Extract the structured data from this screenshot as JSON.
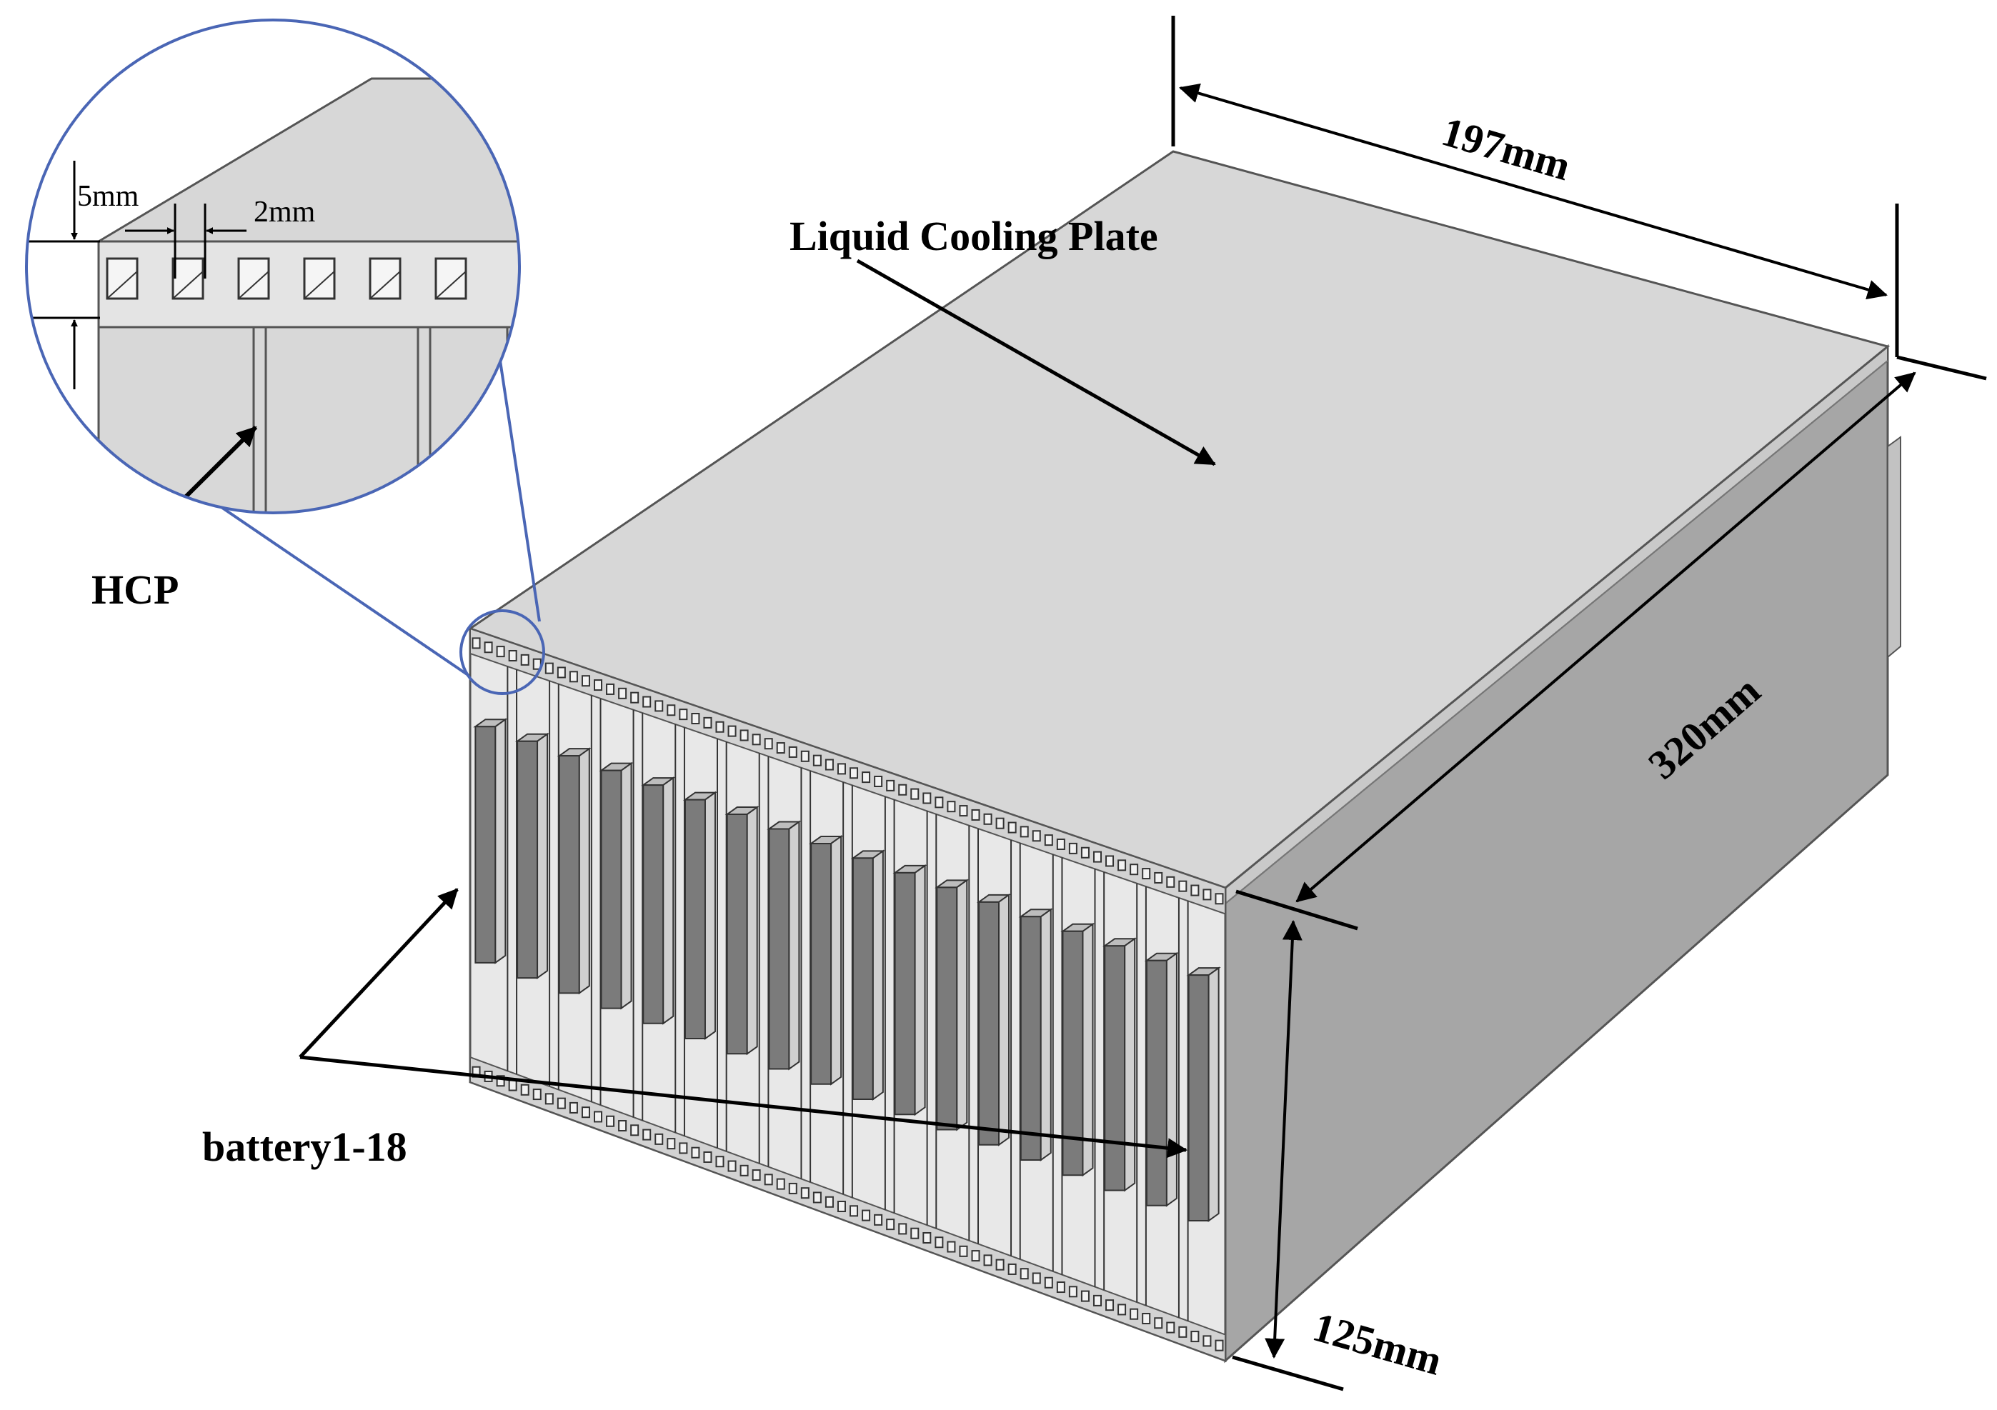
{
  "labels": {
    "top_plate": "Liquid Cooling Plate",
    "width_dim": "197mm",
    "length_dim": "320mm",
    "height_dim": "125mm",
    "hcp": "HCP",
    "batteries": "battery1-18",
    "inset_height": "5mm",
    "inset_gap": "2mm"
  },
  "battery_count": 18,
  "colors": {
    "top_face": "#d7d7d7",
    "side_face": "#a6a6a6",
    "front_face": "#e8e8e8",
    "battery": "#7b7b7b",
    "magnifier": "#4a66b5",
    "line": "#000000"
  }
}
